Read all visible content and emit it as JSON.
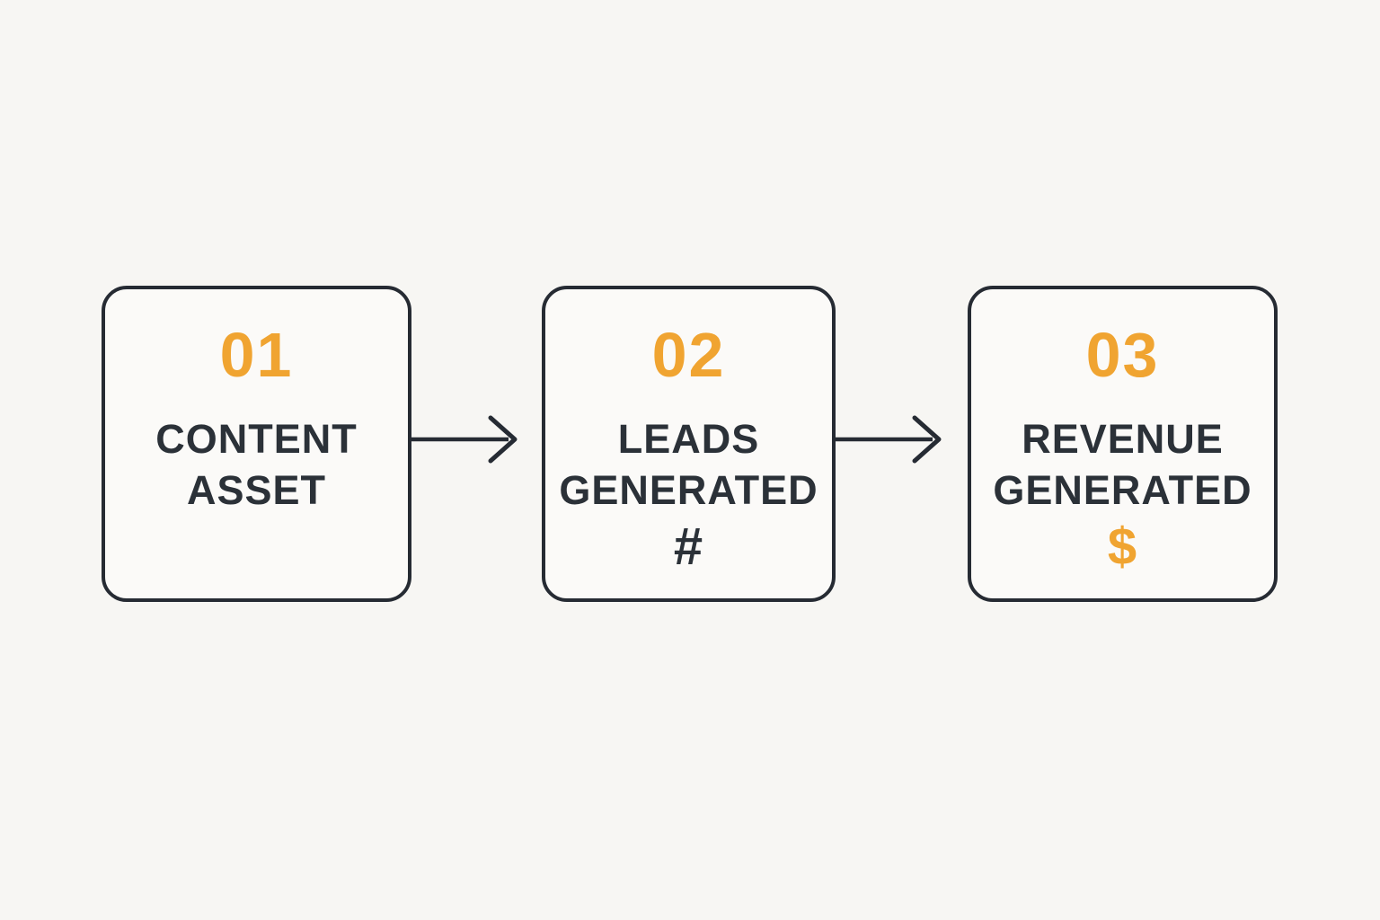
{
  "diagram": {
    "type": "flow",
    "steps": [
      {
        "number": "01",
        "line1": "CONTENT",
        "line2": "ASSET"
      },
      {
        "number": "02",
        "line1": "LEADS",
        "line2": "GENERATED",
        "symbol": "#"
      },
      {
        "number": "03",
        "line1": "REVENUE",
        "line2": "GENERATED",
        "symbol": "$"
      }
    ],
    "connectors": [
      {
        "icon": "arrow-right-icon",
        "from": "step-1",
        "to": "step-2"
      },
      {
        "icon": "arrow-right-icon",
        "from": "step-2",
        "to": "step-3"
      }
    ],
    "colors": {
      "accent_orange": "#F0A431",
      "text_dark": "#2B3138",
      "border_dark": "#262B33",
      "background": "#F7F6F3",
      "box_fill": "#FBFAF8"
    }
  }
}
